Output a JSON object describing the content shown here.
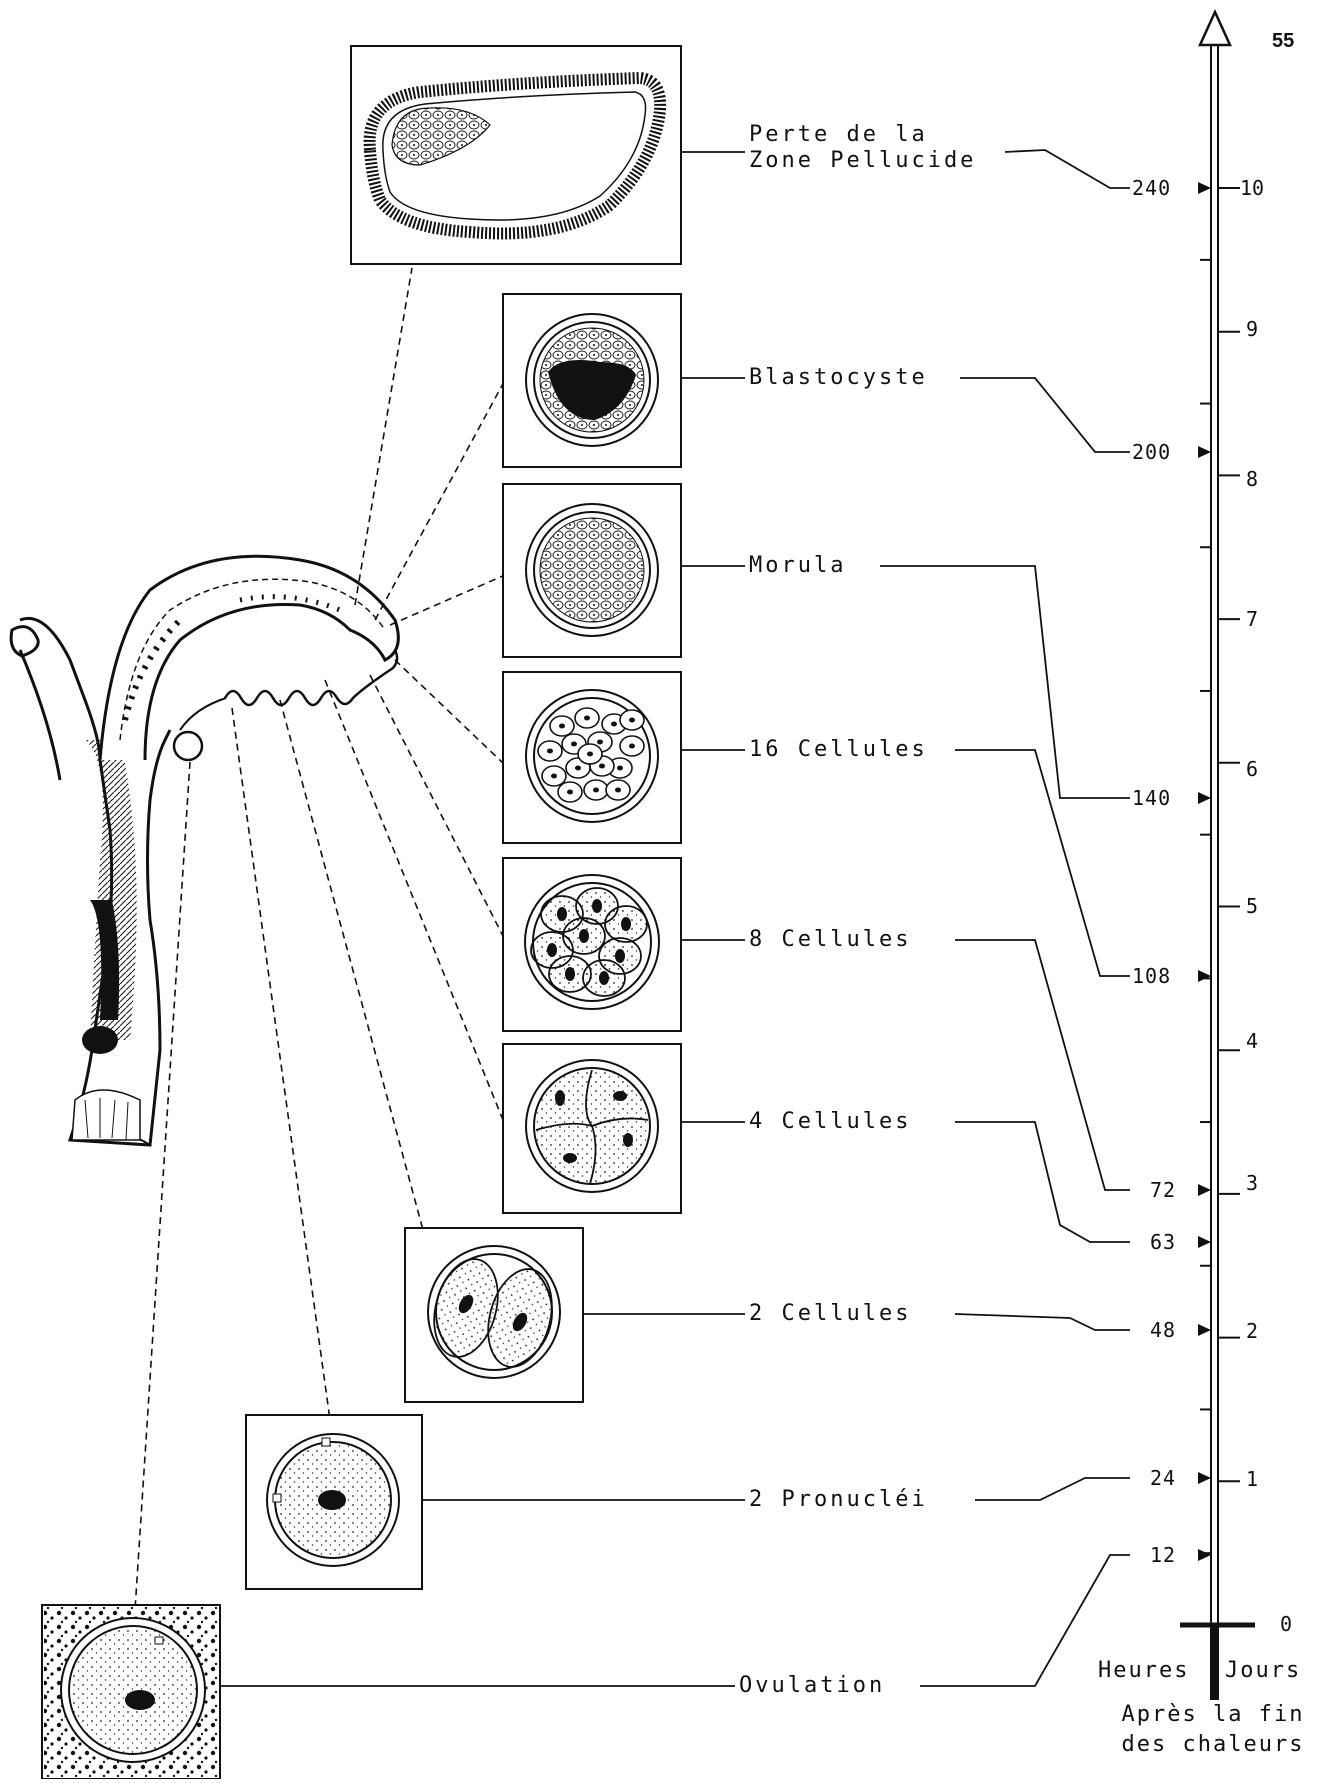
{
  "page_number": "55",
  "stages": [
    {
      "id": "zone",
      "label": "Perte de la\nZone Pellucide",
      "hours": "240"
    },
    {
      "id": "blastocyste",
      "label": "Blastocyste",
      "hours": "200"
    },
    {
      "id": "morula",
      "label": "Morula",
      "hours": "140"
    },
    {
      "id": "c16",
      "label": "16 Cellules",
      "hours": "108"
    },
    {
      "id": "c8",
      "label": "8  Cellules",
      "hours": "72"
    },
    {
      "id": "c4",
      "label": "4  Cellules",
      "hours": "63"
    },
    {
      "id": "c2",
      "label": "2  Cellules",
      "hours": "48"
    },
    {
      "id": "pron",
      "label": "2  Pronucléi",
      "hours": "24"
    },
    {
      "id": "ovul",
      "label": "Ovulation",
      "hours": "12"
    }
  ],
  "axis": {
    "left_title": "Heures",
    "right_title": "Jours",
    "caption": "Après la fin\ndes chaleurs",
    "day_ticks": [
      "0",
      "1",
      "2",
      "3",
      "4",
      "5",
      "6",
      "7",
      "8",
      "9",
      "10"
    ]
  }
}
